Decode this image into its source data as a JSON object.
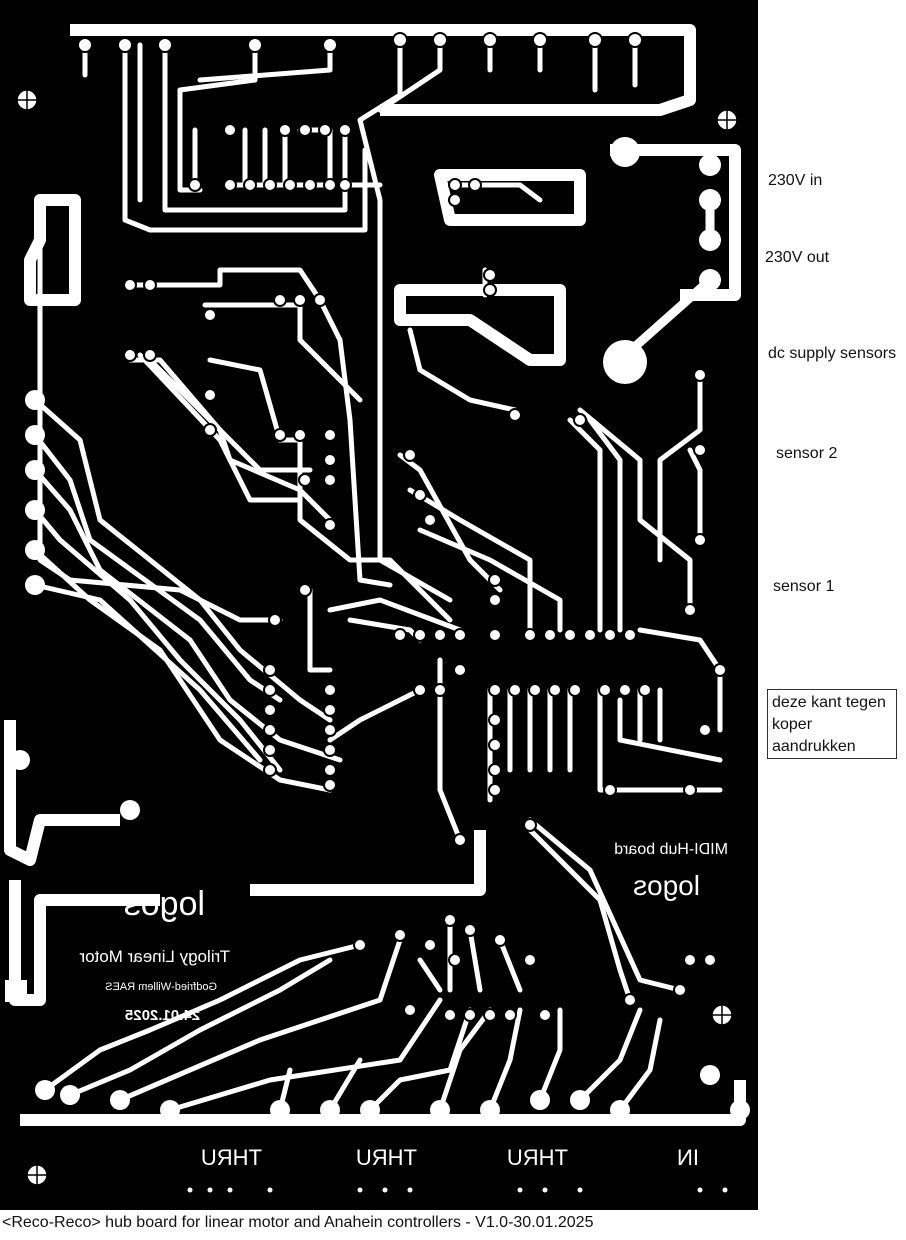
{
  "board": {
    "copper_color": "#ffffff",
    "substrate_color": "#000000",
    "silkscreen_mirrored": {
      "project_logo_left": "logos",
      "project_title": "Trilogy Linear Motor",
      "author": "Godfried-Willem RAES",
      "date": "24.01.2025",
      "project_logo_right": "logos",
      "board_name": "MIDI-Hub board",
      "port_labels": [
        "THRU",
        "THRU",
        "THRU",
        "IN"
      ]
    }
  },
  "annotations": {
    "ac_in": "230V in",
    "ac_out": "230V out",
    "dc_supply": "dc supply sensors",
    "sensor_2": "sensor 2",
    "sensor_1": "sensor 1",
    "press_note": [
      "deze kant tegen",
      "koper",
      "aandrukken"
    ]
  },
  "footer": "<Reco-Reco> hub board for linear motor and Anahein controllers  - V1.0-30.01.2025"
}
